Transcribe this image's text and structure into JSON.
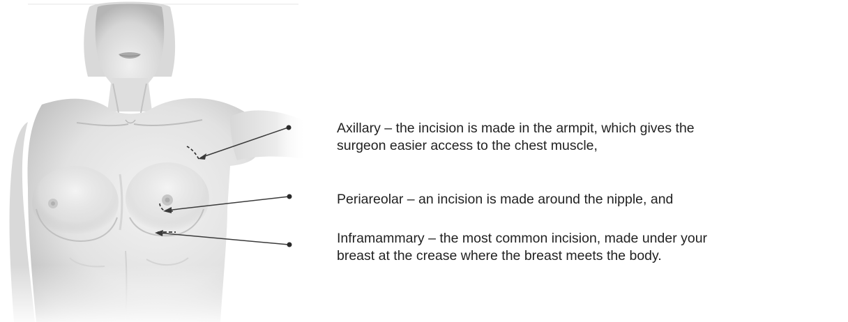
{
  "illustration": {
    "subject": "female-torso",
    "incisions": [
      {
        "id": "axillary",
        "text": "Axillary – the incision is made in the armpit, which gives the\nsurgeon easier access to the chest muscle,"
      },
      {
        "id": "periareolar",
        "text": "Periareolar – an incision is made around the nipple, and"
      },
      {
        "id": "inframammary",
        "text": "Inframammary – the most common incision, made under your\nbreast at the crease where the breast meets the body."
      }
    ]
  },
  "colors": {
    "skin_light": "#ededed",
    "skin_shadow": "#a8a8a8",
    "leader_line": "#3a3a3a",
    "text": "#222222"
  }
}
